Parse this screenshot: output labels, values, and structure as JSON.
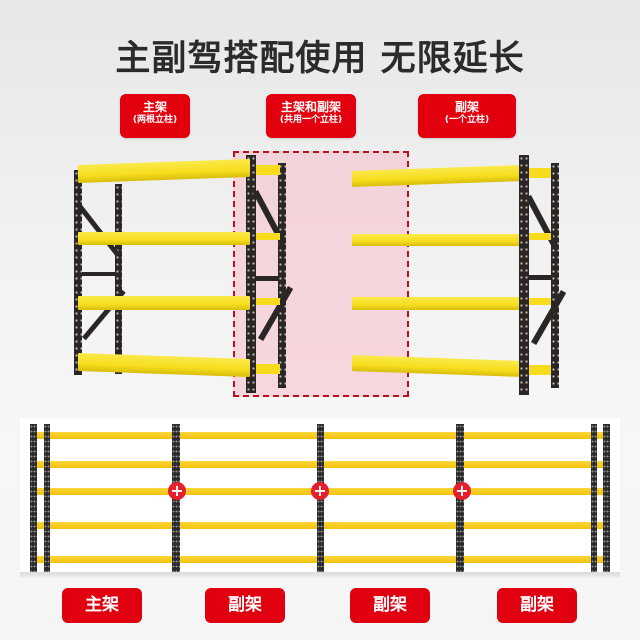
{
  "title": "主副驾搭配使用 无限延长",
  "top_tags": [
    {
      "main": "主架",
      "sub": "(两根立柱)"
    },
    {
      "main": "主架和副架",
      "sub": "(共用一个立柱)"
    },
    {
      "main": "副架",
      "sub": "(一个立柱)"
    }
  ],
  "bottom_labels": [
    "主架",
    "副架",
    "副架",
    "副架"
  ],
  "plus_icon": "+",
  "colors": {
    "accent_red": "#e3000e",
    "beam_yellow": "#f6de1e",
    "frame_black": "#2a2626",
    "highlight_pink": "#f5bec8",
    "title_text": "#2b2b2b"
  }
}
